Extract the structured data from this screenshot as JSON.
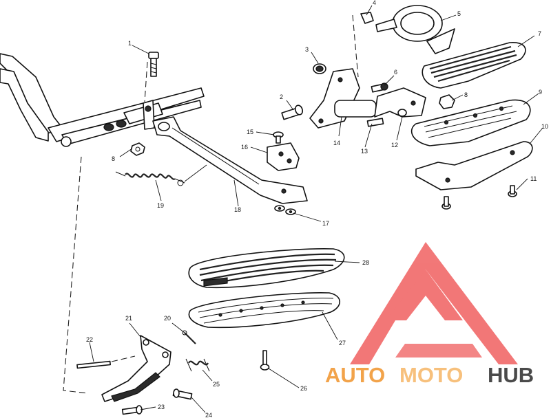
{
  "callouts": [
    {
      "id": "c1",
      "text": "1"
    },
    {
      "id": "c2",
      "text": "2"
    },
    {
      "id": "c3",
      "text": "3"
    },
    {
      "id": "c4",
      "text": "4"
    },
    {
      "id": "c5",
      "text": "5"
    },
    {
      "id": "c6",
      "text": "6"
    },
    {
      "id": "c7",
      "text": "7"
    },
    {
      "id": "c8a",
      "text": "8"
    },
    {
      "id": "c8b",
      "text": "8"
    },
    {
      "id": "c9",
      "text": "9"
    },
    {
      "id": "c10",
      "text": "10"
    },
    {
      "id": "c11",
      "text": "11"
    },
    {
      "id": "c12",
      "text": "12"
    },
    {
      "id": "c13",
      "text": "13"
    },
    {
      "id": "c14",
      "text": "14"
    },
    {
      "id": "c15",
      "text": "15"
    },
    {
      "id": "c16",
      "text": "16"
    },
    {
      "id": "c17",
      "text": "17"
    },
    {
      "id": "c18",
      "text": "18"
    },
    {
      "id": "c19",
      "text": "19"
    },
    {
      "id": "c20",
      "text": "20"
    },
    {
      "id": "c21",
      "text": "21"
    },
    {
      "id": "c22",
      "text": "22"
    },
    {
      "id": "c23",
      "text": "23"
    },
    {
      "id": "c24",
      "text": "24"
    },
    {
      "id": "c25",
      "text": "25"
    },
    {
      "id": "c26",
      "text": "26"
    },
    {
      "id": "c27",
      "text": "27"
    },
    {
      "id": "c28",
      "text": "28"
    }
  ],
  "watermark": {
    "part1": "AUTO",
    "part2": "MOTO",
    "part3": "HUB",
    "color_primary": "#f2a34a",
    "color_secondary": "#f7c07c",
    "color_dark": "#4a4a4a",
    "logo_color": "#f06060"
  }
}
